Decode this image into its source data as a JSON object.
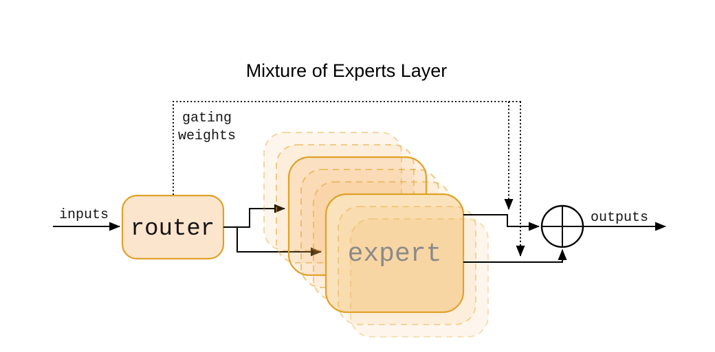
{
  "title": "Mixture of Experts Layer",
  "labels": {
    "inputs": "inputs",
    "outputs": "outputs",
    "gating_line1": "gating",
    "gating_line2": "weights",
    "router": "router",
    "expert": "expert"
  },
  "experts": {
    "visible_layers": 8,
    "front_label": "expert"
  },
  "colors": {
    "background": "#FFFFFF",
    "line": "#000000",
    "accent_gold": "#DFA126",
    "router_fill": "#FCE5CD",
    "expert_front_fill": "#FAE3BC",
    "expert_text": "#8A8A8A",
    "title_color": "#000000",
    "label_color": "#141414"
  }
}
